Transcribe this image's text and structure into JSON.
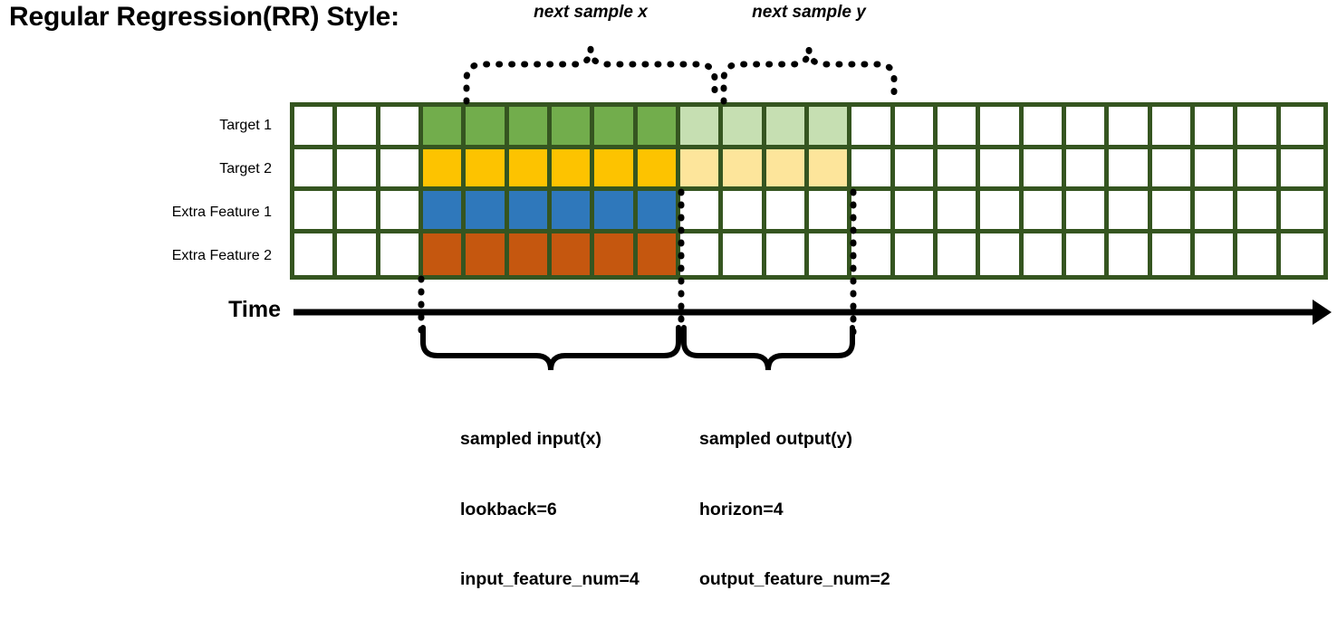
{
  "title": "Regular Regression(RR) Style:",
  "top_annotations": [
    {
      "label": "next sample x"
    },
    {
      "label": "next sample y"
    }
  ],
  "rows": [
    {
      "label": "Target 1",
      "fill_dark": "#72ad4c",
      "fill_light": "#c6dfb2"
    },
    {
      "label": "Target 2",
      "fill_dark": "#fdc300",
      "fill_light": "#fde59b"
    },
    {
      "label": "Extra Feature 1",
      "fill_dark": "#2f78bb",
      "fill_light": "#ffffff"
    },
    {
      "label": "Extra Feature 2",
      "fill_dark": "#c5570f",
      "fill_light": "#ffffff"
    }
  ],
  "axis": {
    "label": "Time"
  },
  "grid": {
    "total_columns": 24,
    "lead_blank_columns": 3,
    "input_columns": 6,
    "output_columns": 4,
    "border_color": "#355520",
    "empty_color": "#ffffff",
    "rows_with_output_shading": [
      0,
      1
    ]
  },
  "bottom_annotations": [
    {
      "title": "sampled input(x)",
      "line2": "lookback=6",
      "line3": "input_feature_num=4"
    },
    {
      "title": "sampled output(y)",
      "line2": "horizon=4",
      "line3": "output_feature_num=2"
    }
  ],
  "colors": {
    "green": "#72ad4c",
    "light_green": "#c6dfb2",
    "gold": "#fdc300",
    "light_gold": "#fde59b",
    "blue": "#2f78bb",
    "orange": "#c5570f",
    "grid_border": "#355520",
    "ink": "#000000"
  }
}
